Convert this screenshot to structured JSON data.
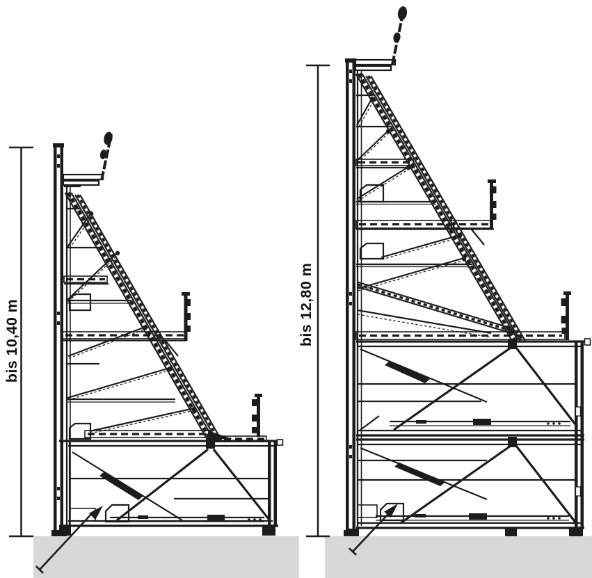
{
  "diagram": {
    "units": [
      {
        "id": "small-unit",
        "dimension_label": "bis 10,40 m"
      },
      {
        "id": "large-unit",
        "dimension_label": "bis 12,80 m"
      }
    ],
    "colors": {
      "ink": "#1c1c1c",
      "ground": "#d8d8d8",
      "deck": "#a9b2c9",
      "background": "#ffffff"
    }
  }
}
